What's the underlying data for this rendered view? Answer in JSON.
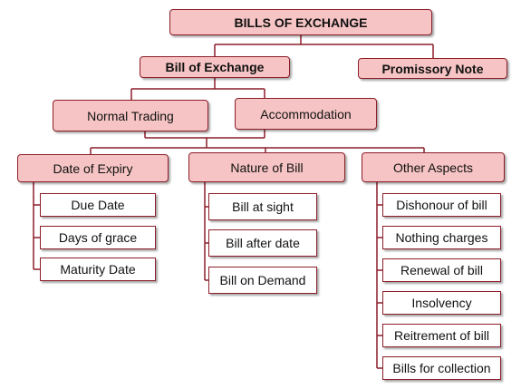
{
  "root": {
    "label": "BILLS OF EXCHANGE"
  },
  "bill_of_exchange": {
    "label": "Bill of Exchange"
  },
  "promissory_note": {
    "label": "Promissory Note"
  },
  "normal_trading": {
    "label": "Normal Trading"
  },
  "accommodation": {
    "label": "Accommodation"
  },
  "date_of_expiry": {
    "label": "Date of Expiry",
    "items": [
      "Due Date",
      "Days of grace",
      "Maturity Date"
    ]
  },
  "nature_of_bill": {
    "label": "Nature of Bill",
    "items": [
      "Bill at sight",
      "Bill after date",
      "Bill on Demand"
    ]
  },
  "other_aspects": {
    "label": "Other Aspects",
    "items": [
      "Dishonour of bill",
      "Nothing charges",
      "Renewal of bill",
      "Insolvency",
      "Reitrement of bill",
      "Bills for collection"
    ]
  },
  "colors": {
    "node_fill": "#f6c4c4",
    "line": "#8c1e2a",
    "leaf_fill": "#ffffff"
  }
}
